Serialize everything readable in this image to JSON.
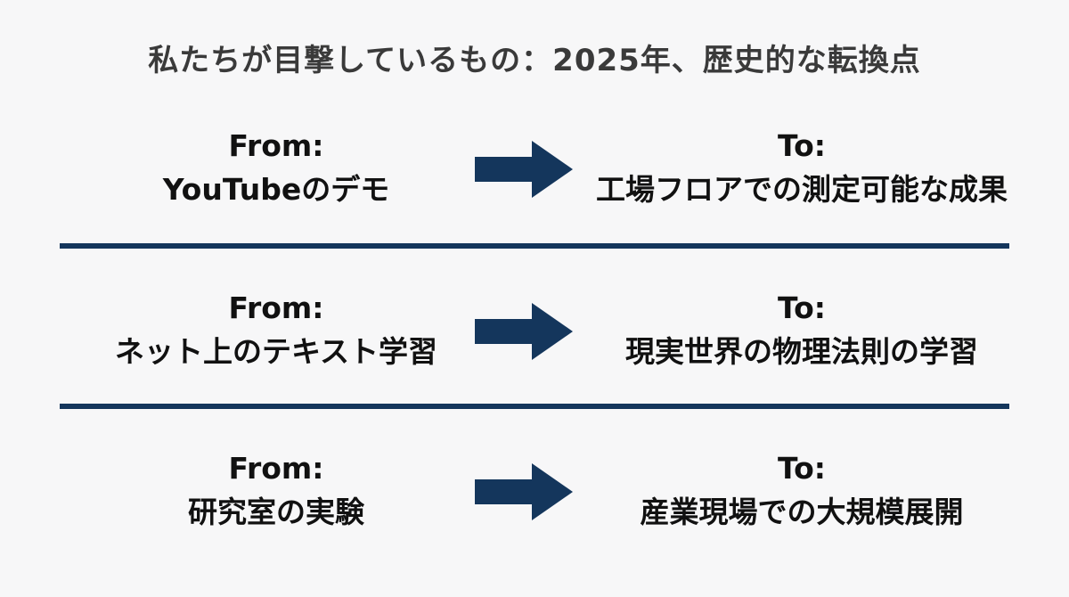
{
  "title": "私たちが目撃しているもの：2025年、歴史的な転換点",
  "colors": {
    "accent": "#14365c",
    "background": "#f7f7f8",
    "title_text": "#3a3a3a",
    "body_text": "#111111"
  },
  "rows": [
    {
      "from_label": "From:",
      "from_text": "YouTubeのデモ",
      "to_label": "To:",
      "to_text": "工場フロアでの測定可能な成果"
    },
    {
      "from_label": "From:",
      "from_text": "ネット上のテキスト学習",
      "to_label": "To:",
      "to_text": "現実世界の物理法則の学習"
    },
    {
      "from_label": "From:",
      "from_text": "研究室の実験",
      "to_label": "To:",
      "to_text": "産業現場での大規模展開"
    }
  ]
}
